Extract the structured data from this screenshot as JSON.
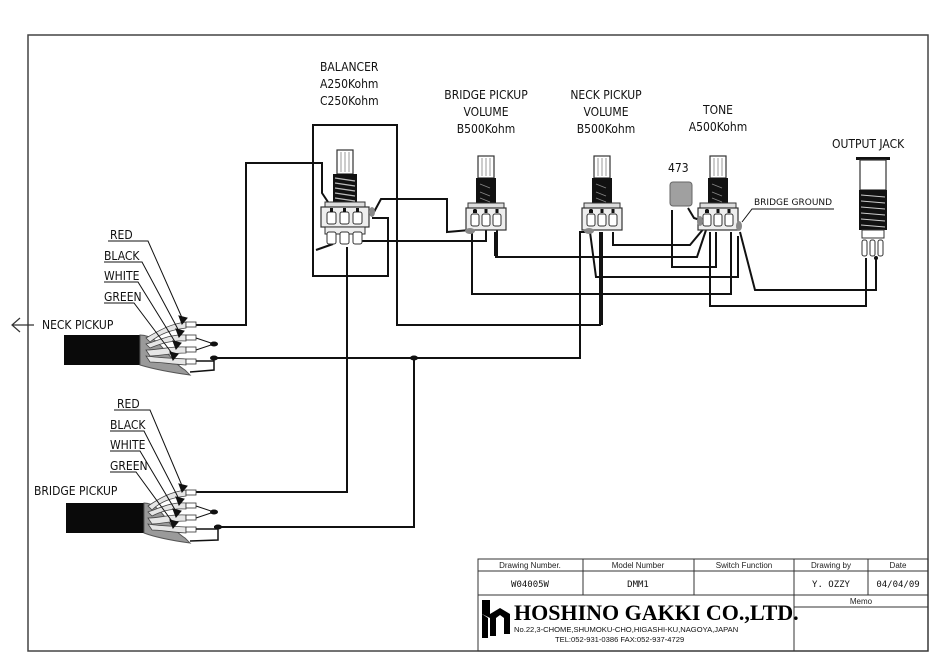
{
  "components": {
    "balancer": {
      "title": "BALANCER",
      "value1": "A250Kohm",
      "value2": "C250Kohm"
    },
    "bridge_volume": {
      "title": "BRIDGE PICKUP",
      "subtitle": "VOLUME",
      "value": "B500Kohm"
    },
    "neck_volume": {
      "title": "NECK PICKUP",
      "subtitle": "VOLUME",
      "value": "B500Kohm"
    },
    "tone": {
      "title": "TONE",
      "value": "A500Kohm"
    },
    "capacitor": {
      "value": "473"
    },
    "output_jack": {
      "title": "OUTPUT JACK"
    },
    "bridge_ground": {
      "label": "BRIDGE GROUND"
    }
  },
  "neck_pickup": {
    "label": "NECK PICKUP",
    "wires": [
      "RED",
      "BLACK",
      "WHITE",
      "GREEN"
    ]
  },
  "bridge_pickup": {
    "label": "BRIDGE PICKUP",
    "wires": [
      "RED",
      "BLACK",
      "WHITE",
      "GREEN"
    ]
  },
  "title_block": {
    "headers": [
      "Drawing Number.",
      "Model Number",
      "Switch Function",
      "Drawing by",
      "Date"
    ],
    "values": [
      "W04005W",
      "DMM1",
      "",
      "Y. OZZY",
      "04/04/09"
    ],
    "memo_label": "Memo",
    "company": "HOSHINO GAKKI CO.,LTD.",
    "address": "No.22,3-CHOME,SHUMOKU-CHO,HIGASHI-KU,NAGOYA,JAPAN",
    "phone": "TEL:052-931-0386  FAX:052-937-4729"
  },
  "colors": {
    "line": "#111111",
    "shield": "#9a9a9a",
    "capacitor": "#a0a0a0",
    "cable": "#0a0a0a"
  }
}
